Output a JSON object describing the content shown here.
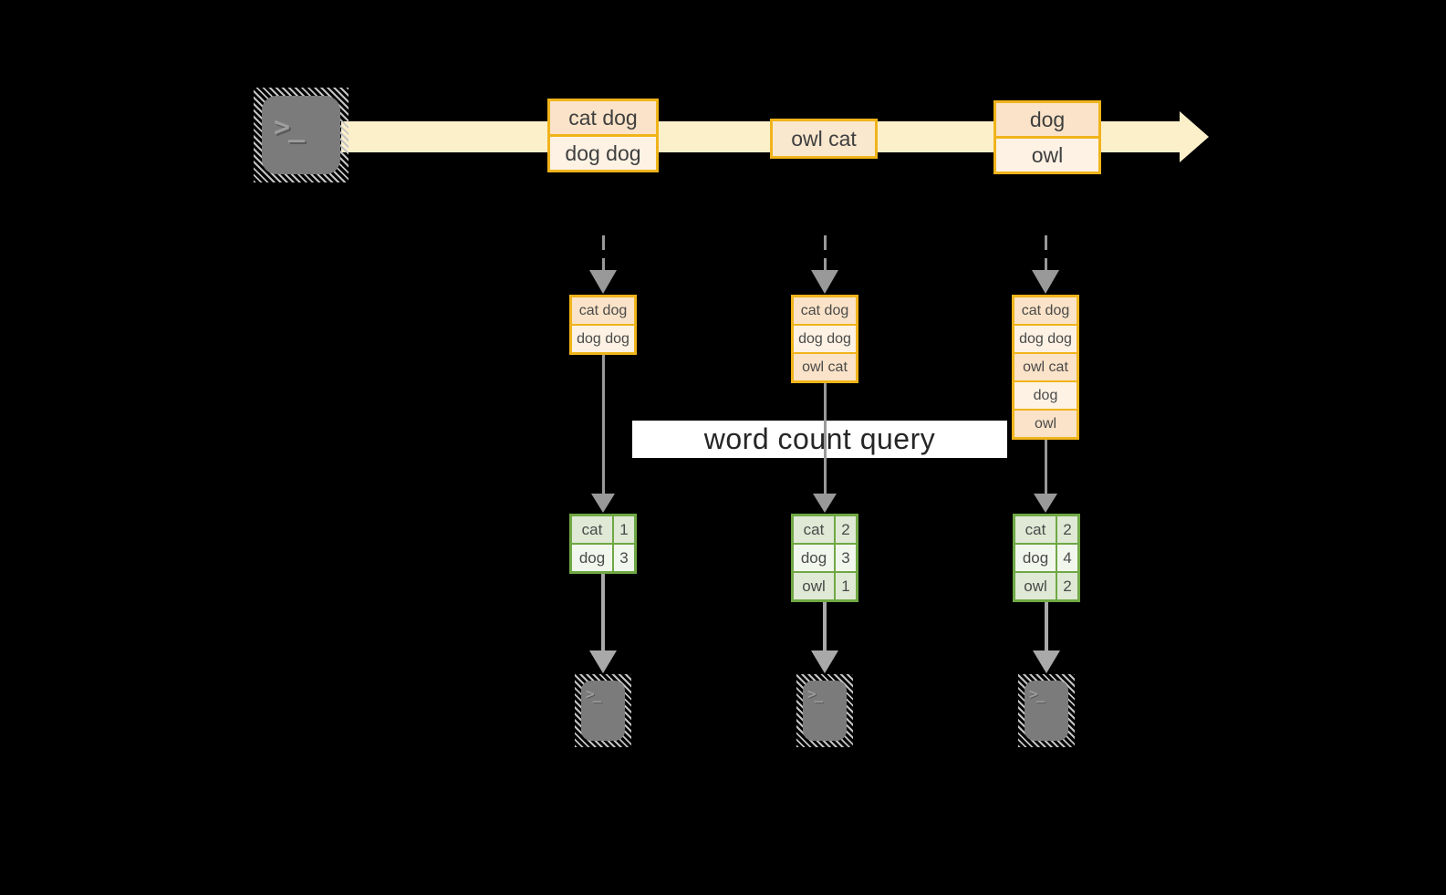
{
  "colors": {
    "background": "#000000",
    "stream_band": "#FCF0CB",
    "box_border_gold": "#F0B41B",
    "box_fill_dark": "#FAE3C8",
    "box_fill_light": "#FDF2E4",
    "box_fill_mid": "#F9E7CE",
    "table_border_green": "#6FA845",
    "table_fill_dark": "#DFE9D5",
    "table_fill_light": "#F2F7ED",
    "arrow_gray": "#999999",
    "terminal_gray": "#7B7B7B",
    "banner_background": "#FFFFFF"
  },
  "source_terminal": {
    "glyph": ">_"
  },
  "stream": {
    "messages": [
      {
        "cells": [
          "cat dog",
          "dog dog"
        ]
      },
      {
        "cells": [
          "owl cat"
        ]
      },
      {
        "cells": [
          "dog",
          "owl"
        ]
      }
    ]
  },
  "query_banner": {
    "label": "word count query"
  },
  "columns": [
    {
      "accumulated_input": [
        "cat dog",
        "dog dog"
      ],
      "counts": [
        {
          "word": "cat",
          "count": "1"
        },
        {
          "word": "dog",
          "count": "3"
        }
      ],
      "output_terminal": {
        "glyph": ">_"
      }
    },
    {
      "accumulated_input": [
        "cat dog",
        "dog dog",
        "owl cat"
      ],
      "counts": [
        {
          "word": "cat",
          "count": "2"
        },
        {
          "word": "dog",
          "count": "3"
        },
        {
          "word": "owl",
          "count": "1"
        }
      ],
      "output_terminal": {
        "glyph": ">_"
      }
    },
    {
      "accumulated_input": [
        "cat dog",
        "dog dog",
        "owl cat",
        "dog",
        "owl"
      ],
      "counts": [
        {
          "word": "cat",
          "count": "2"
        },
        {
          "word": "dog",
          "count": "4"
        },
        {
          "word": "owl",
          "count": "2"
        }
      ],
      "output_terminal": {
        "glyph": ">_"
      }
    }
  ]
}
